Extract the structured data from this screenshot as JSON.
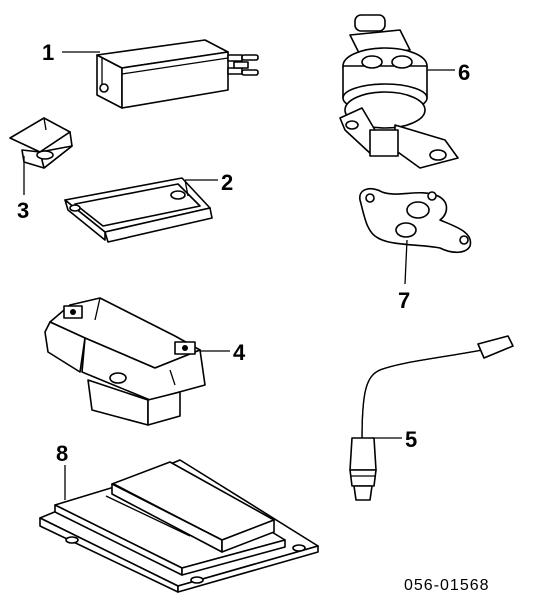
{
  "callouts": {
    "c1": "1",
    "c2": "2",
    "c3": "3",
    "c4": "4",
    "c5": "5",
    "c6": "6",
    "c7": "7",
    "c8": "8"
  },
  "reference_code": "056-01568"
}
